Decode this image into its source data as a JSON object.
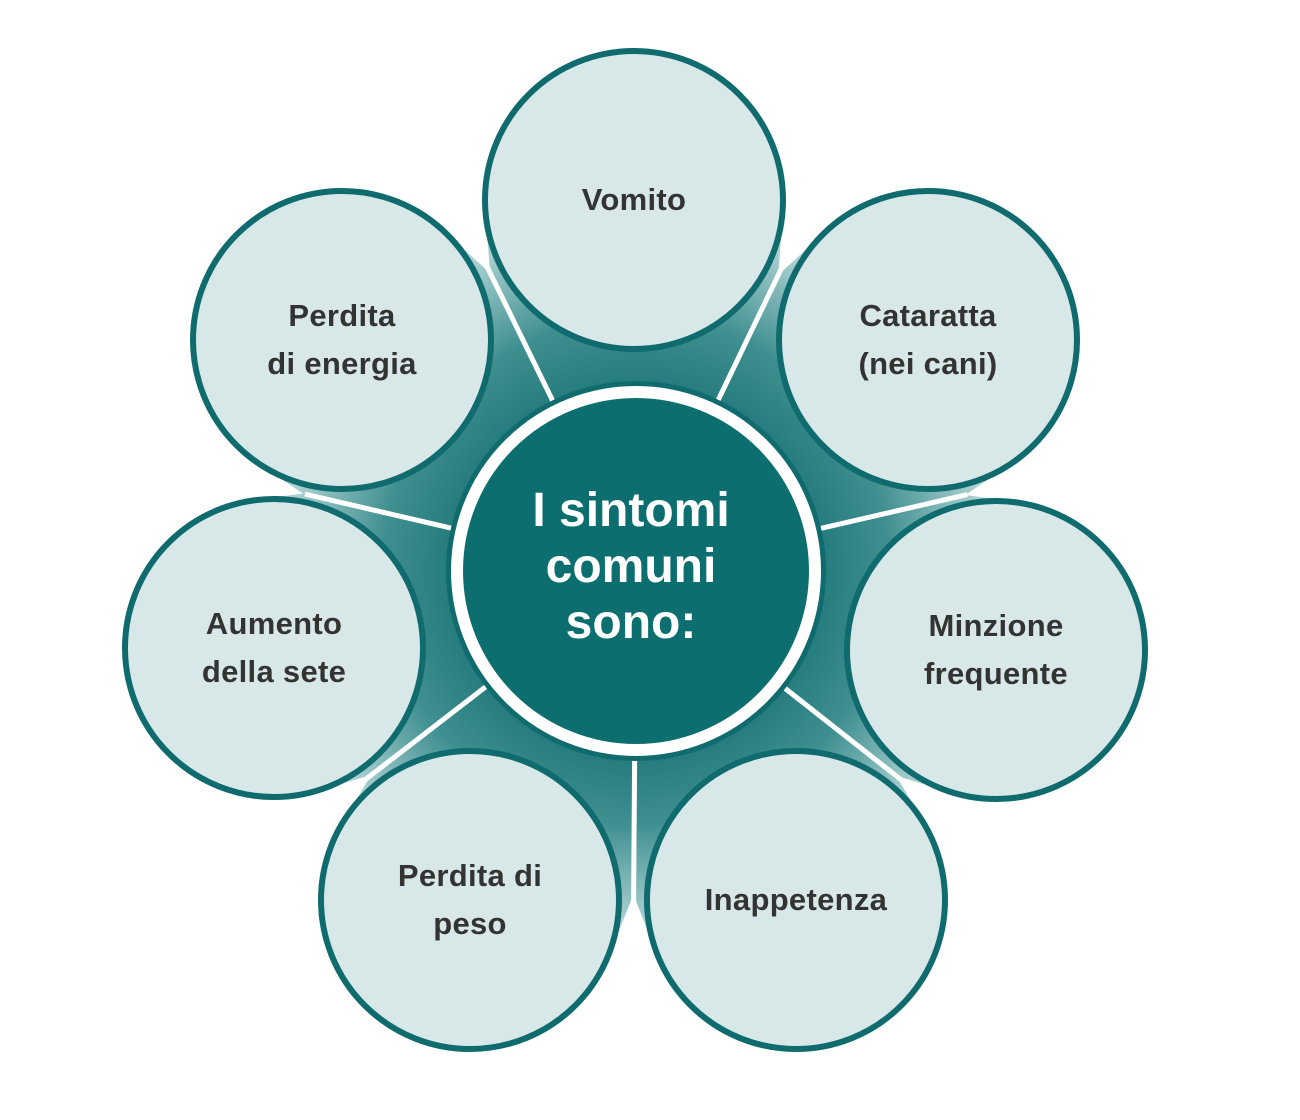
{
  "center": {
    "title": "I sintomi\ncomuni\nsono:"
  },
  "symptoms": [
    {
      "label": "Vomito"
    },
    {
      "label": "Cataratta\n(nei cani)"
    },
    {
      "label": "Minzione\nfrequente"
    },
    {
      "label": "Inappetenza"
    },
    {
      "label": "Perdita di\npeso"
    },
    {
      "label": "Aumento\ndella sete"
    },
    {
      "label": "Perdita\ndi energia"
    }
  ],
  "colors": {
    "ring": "#0f6b6d",
    "petal_fill": "#d8e8e8",
    "center_fill": "#0d6e70",
    "text_dark": "#333333",
    "text_light": "#ffffff"
  }
}
